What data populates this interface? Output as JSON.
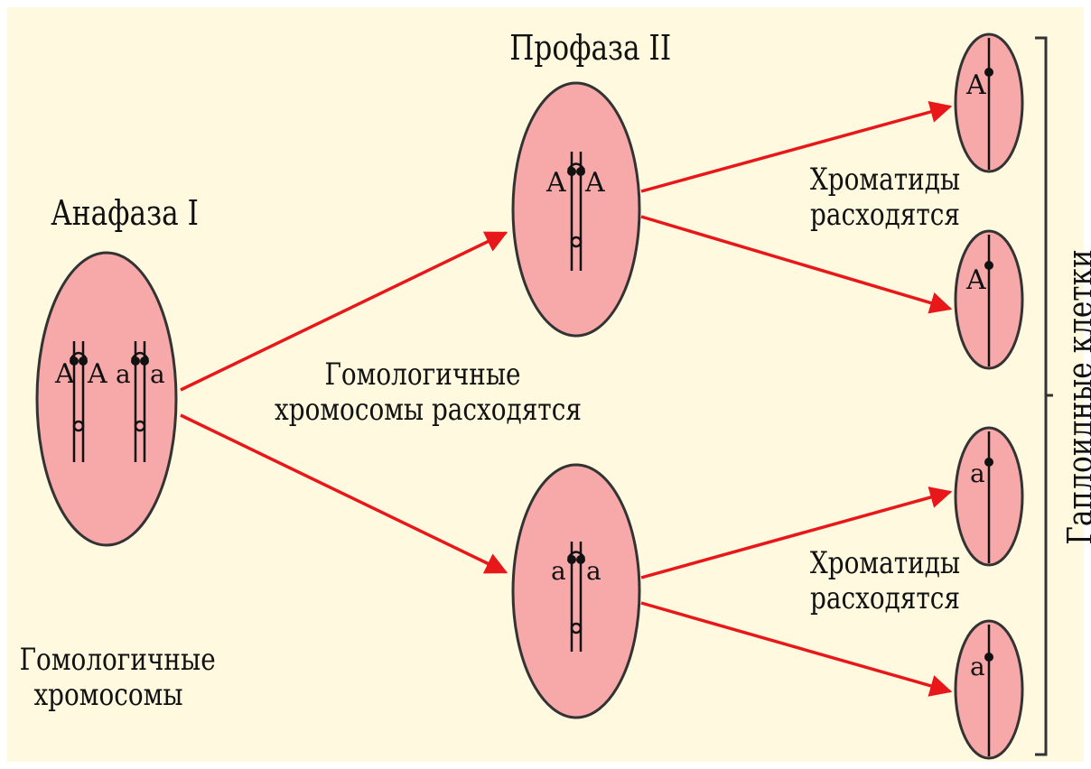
{
  "colors": {
    "background": "#fffadf",
    "cell_fill": "#f7a8a8",
    "cell_stroke": "#333333",
    "arrow": "#e8181a",
    "chromosome": "#111111"
  },
  "labels": {
    "anaphase_1": "Анафаза I",
    "prophase_2": "Профаза II",
    "homologs_separate": [
      "Гомологичные",
      "хромосомы расходятся"
    ],
    "chromatids_separate_top": [
      "Хроматиды",
      "расходятся"
    ],
    "chromatids_separate_bottom": [
      "Хроматиды",
      "расходятся"
    ],
    "homologous_chromosomes": [
      "Гомологичные",
      "хромосомы"
    ],
    "haploid_cells": "Гаплоидные клетки"
  },
  "genes": {
    "dominant": "A",
    "recessive": "a"
  }
}
